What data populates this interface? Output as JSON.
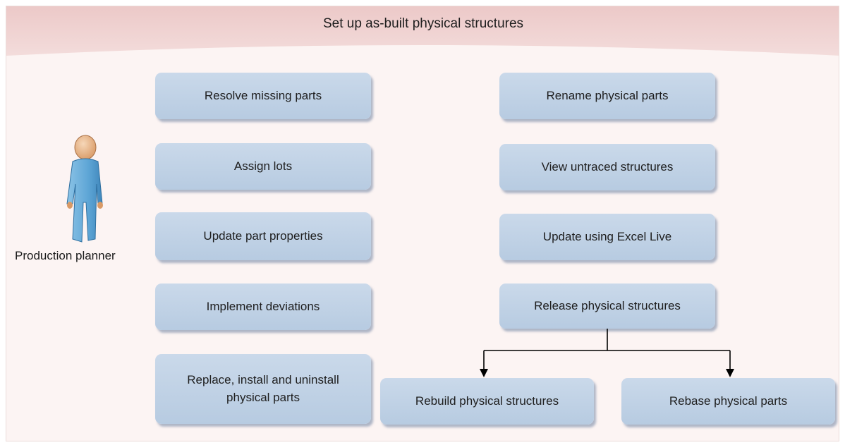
{
  "title": "Set up as-built physical structures",
  "actor": {
    "label": "Production planner",
    "icon": "person-icon"
  },
  "left_tasks": [
    "Resolve missing parts",
    "Assign lots",
    "Update part properties",
    "Implement deviations",
    "Replace, install and uninstall physical parts"
  ],
  "right_tasks": [
    "Rename physical parts",
    "View untraced structures",
    "Update using Excel Live",
    "Release physical structures"
  ],
  "branch_tasks": [
    "Rebuild physical structures",
    "Rebase physical parts"
  ],
  "colors": {
    "banner": "#e9c5c4",
    "background": "#fcf4f3",
    "box": "#c3d4e7",
    "connector": "#000000"
  }
}
